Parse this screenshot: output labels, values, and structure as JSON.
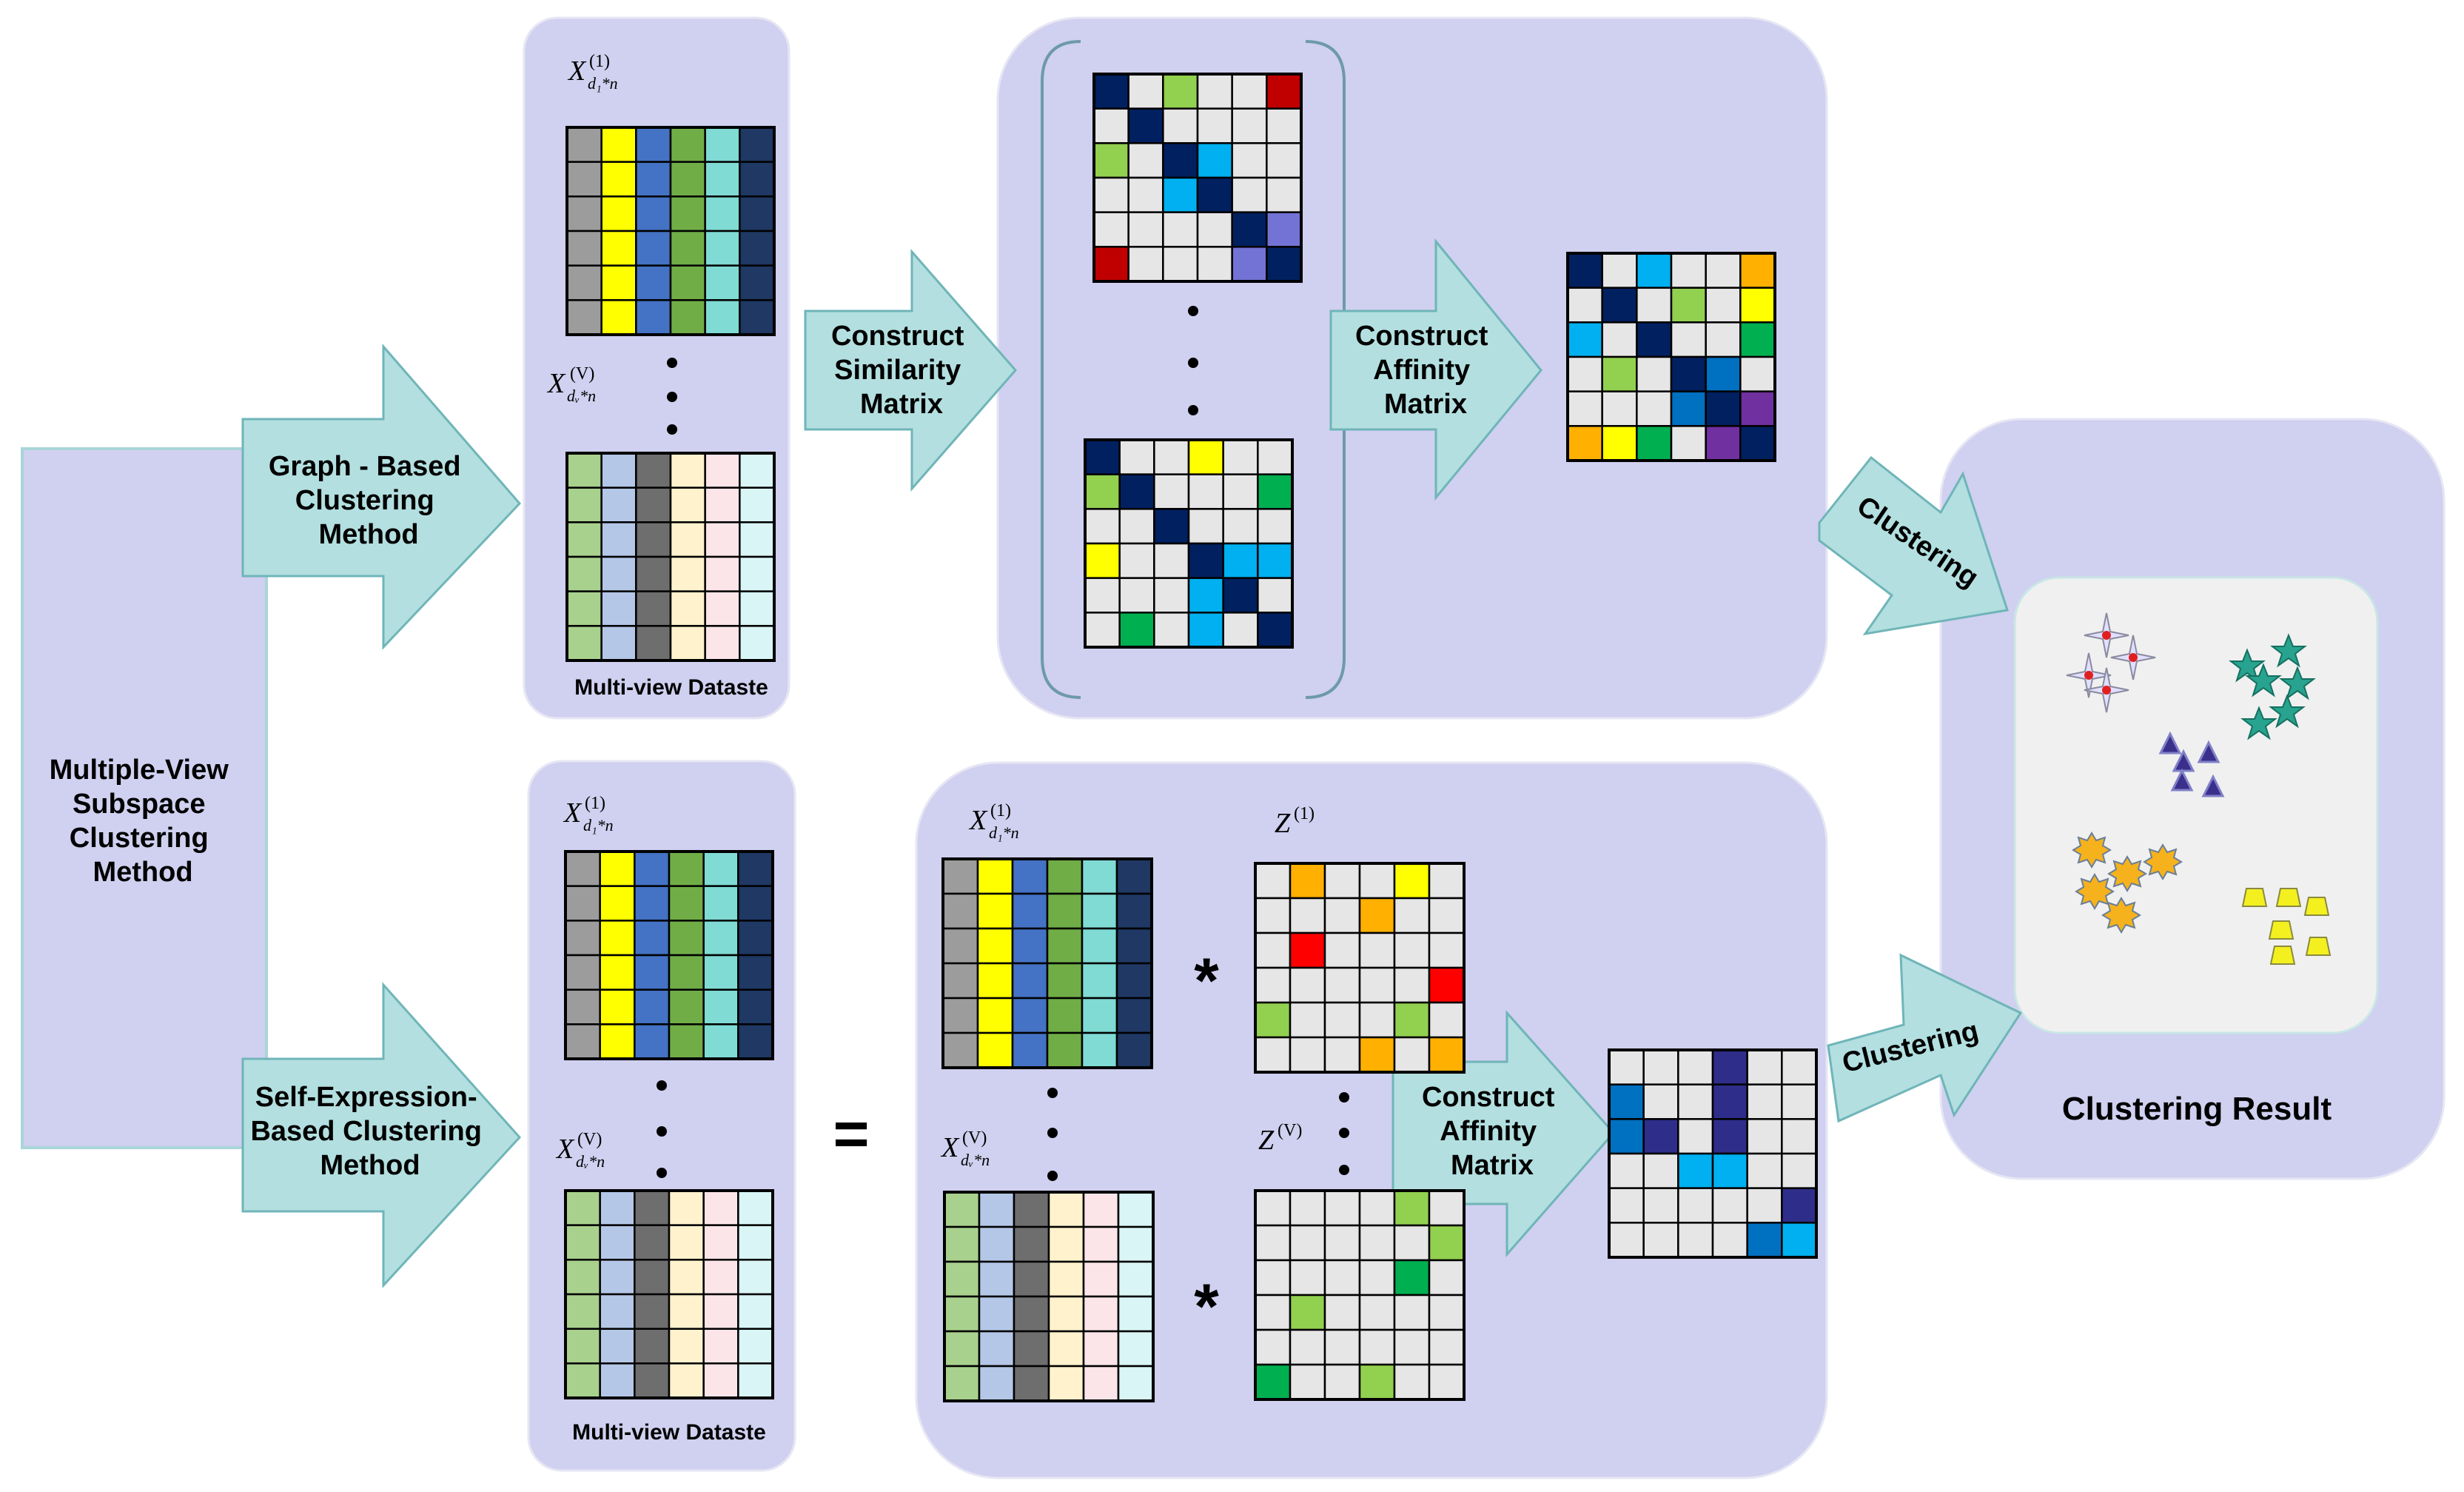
{
  "root_box": {
    "lines": [
      "Multiple-View",
      "Subspace",
      "Clustering",
      "Method"
    ]
  },
  "arrows": {
    "graph_based": [
      "Graph - Based",
      "Clustering",
      "Method"
    ],
    "self_expression": [
      "Self-Expression-",
      "Based   Clustering",
      "Method"
    ],
    "construct_similarity": [
      "Construct",
      "Similarity",
      "Matrix"
    ],
    "construct_affinity_top": [
      "Construct",
      "Affinity",
      "Matrix"
    ],
    "construct_affinity_bottom": [
      "Construct",
      "Affinity",
      "Matrix"
    ],
    "clustering_top": "Clustering",
    "clustering_bottom": "Clustering"
  },
  "datasets": {
    "top_caption": "Multi-view Dataste",
    "bottom_caption": "Multi-view Dataste"
  },
  "math": {
    "x_first": "X",
    "x_first_sup": "(1)",
    "x_first_sub": "d₁*n",
    "x_last": "X",
    "x_last_sup": "(V)",
    "x_last_sub": "dᵥ*n",
    "z_first": "Z",
    "z_first_sup": "(1)",
    "z_last": "Z",
    "z_last_sup": "(V)",
    "equals": "=",
    "times": "*"
  },
  "result": {
    "title": "Clustering Result"
  },
  "colors": {
    "panel": "#d0d0f0",
    "arrow": "#b3dfe0",
    "arrow_stroke": "#6fb5b8",
    "cell_empty": "#e6e6e6",
    "cell_border": "#000000",
    "result_bg": "#f0f0f0"
  },
  "icons": [
    "red-four-point-star-icon",
    "teal-star-icon",
    "purple-triangle-icon",
    "orange-starburst-icon",
    "yellow-trapezoid-icon"
  ]
}
